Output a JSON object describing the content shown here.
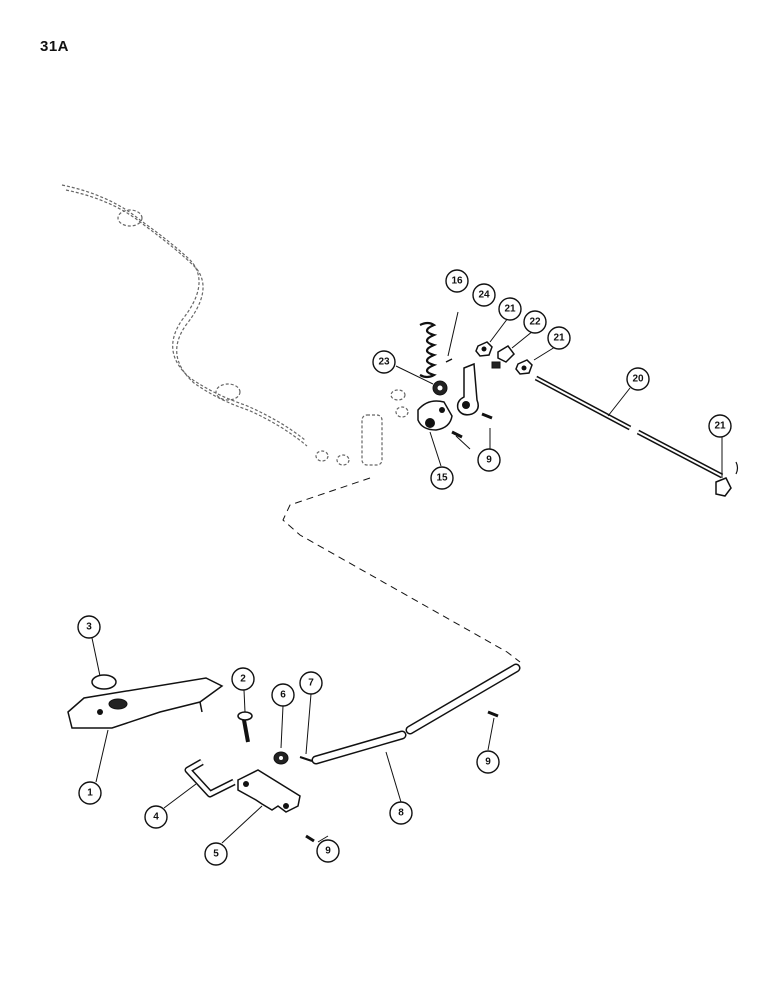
{
  "page": {
    "label": "31A"
  },
  "callouts": [
    {
      "id": "c16",
      "label": "16"
    },
    {
      "id": "c24",
      "label": "24"
    },
    {
      "id": "c21a",
      "label": "21"
    },
    {
      "id": "c22",
      "label": "22"
    },
    {
      "id": "c21b",
      "label": "21"
    },
    {
      "id": "c23",
      "label": "23"
    },
    {
      "id": "c20",
      "label": "20"
    },
    {
      "id": "c21c",
      "label": "21"
    },
    {
      "id": "c9a",
      "label": "9"
    },
    {
      "id": "c15",
      "label": "15"
    },
    {
      "id": "c3",
      "label": "3"
    },
    {
      "id": "c2",
      "label": "2"
    },
    {
      "id": "c6",
      "label": "6"
    },
    {
      "id": "c7",
      "label": "7"
    },
    {
      "id": "c1",
      "label": "1"
    },
    {
      "id": "c4",
      "label": "4"
    },
    {
      "id": "c5",
      "label": "5"
    },
    {
      "id": "c9b",
      "label": "9"
    },
    {
      "id": "c8",
      "label": "8"
    },
    {
      "id": "c9c",
      "label": "9"
    }
  ]
}
